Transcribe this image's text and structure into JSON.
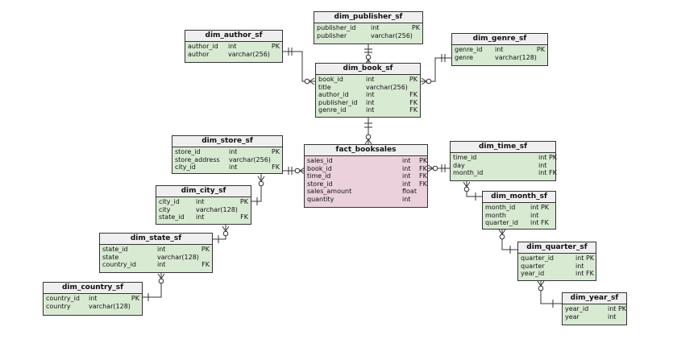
{
  "tables": {
    "dim_publisher_sf": {
      "title": "dim_publisher_sf",
      "columns": [
        {
          "name": "publisher_id",
          "type": "int",
          "key": "PK"
        },
        {
          "name": "publisher",
          "type": "varchar(256)",
          "key": ""
        }
      ]
    },
    "dim_author_sf": {
      "title": "dim_author_sf",
      "columns": [
        {
          "name": "author_id",
          "type": "int",
          "key": "PK"
        },
        {
          "name": "author",
          "type": "varchar(256)",
          "key": ""
        }
      ]
    },
    "dim_genre_sf": {
      "title": "dim_genre_sf",
      "columns": [
        {
          "name": "genre_id",
          "type": "int",
          "key": "PK"
        },
        {
          "name": "genre",
          "type": "varchar(128)",
          "key": ""
        }
      ]
    },
    "dim_book_sf": {
      "title": "dim_book_sf",
      "columns": [
        {
          "name": "book_id",
          "type": "int",
          "key": "PK"
        },
        {
          "name": "title",
          "type": "varchar(256)",
          "key": ""
        },
        {
          "name": "author_id",
          "type": "int",
          "key": "FK"
        },
        {
          "name": "publisher_id",
          "type": "int",
          "key": "FK"
        },
        {
          "name": "genre_id",
          "type": "int",
          "key": "FK"
        }
      ]
    },
    "dim_store_sf": {
      "title": "dim_store_sf",
      "columns": [
        {
          "name": "store_id",
          "type": "int",
          "key": "PK"
        },
        {
          "name": "store_address",
          "type": "varchar(256)",
          "key": ""
        },
        {
          "name": "city_id",
          "type": "int",
          "key": "FK"
        }
      ]
    },
    "fact_booksales": {
      "title": "fact_booksales",
      "columns": [
        {
          "name": "sales_id",
          "type": "int",
          "key": "PK"
        },
        {
          "name": "book_id",
          "type": "int",
          "key": "FK"
        },
        {
          "name": "time_id",
          "type": "int",
          "key": "FK"
        },
        {
          "name": "store_id",
          "type": "int",
          "key": "FK"
        },
        {
          "name": "sales_amount",
          "type": "float",
          "key": ""
        },
        {
          "name": "quantity",
          "type": "int",
          "key": ""
        }
      ]
    },
    "dim_time_sf": {
      "title": "dim_time_sf",
      "columns": [
        {
          "name": "time_id",
          "type": "int PK",
          "key": ""
        },
        {
          "name": "day",
          "type": "int",
          "key": ""
        },
        {
          "name": "month_id",
          "type": "int FK",
          "key": ""
        }
      ]
    },
    "dim_city_sf": {
      "title": "dim_city_sf",
      "columns": [
        {
          "name": "city_id",
          "type": "int",
          "key": "PK"
        },
        {
          "name": "city",
          "type": "varchar(128)",
          "key": ""
        },
        {
          "name": "state_id",
          "type": "int",
          "key": "FK"
        }
      ]
    },
    "dim_month_sf": {
      "title": "dim_month_sf",
      "columns": [
        {
          "name": "month_id",
          "type": "int PK",
          "key": ""
        },
        {
          "name": "month",
          "type": "int",
          "key": ""
        },
        {
          "name": "quarter_id",
          "type": "int FK",
          "key": ""
        }
      ]
    },
    "dim_state_sf": {
      "title": "dim_state_sf",
      "columns": [
        {
          "name": "state_id",
          "type": "int",
          "key": "PK"
        },
        {
          "name": "state",
          "type": "varchar(128)",
          "key": ""
        },
        {
          "name": "country_id",
          "type": "int",
          "key": "FK"
        }
      ]
    },
    "dim_quarter_sf": {
      "title": "dim_quarter_sf",
      "columns": [
        {
          "name": "quarter_id",
          "type": "int PK",
          "key": ""
        },
        {
          "name": "quarter",
          "type": "int",
          "key": ""
        },
        {
          "name": "year_id",
          "type": "int FK",
          "key": ""
        }
      ]
    },
    "dim_country_sf": {
      "title": "dim_country_sf",
      "columns": [
        {
          "name": "country_id",
          "type": "int",
          "key": "PK"
        },
        {
          "name": "country",
          "type": "varchar(128)",
          "key": ""
        }
      ]
    },
    "dim_year_sf": {
      "title": "dim_year_sf",
      "columns": [
        {
          "name": "year_id",
          "type": "int PK",
          "key": ""
        },
        {
          "name": "year",
          "type": "int",
          "key": ""
        }
      ]
    }
  },
  "relationships": [
    {
      "from": "dim_publisher_sf",
      "to": "dim_book_sf",
      "cardinality": "one-to-many"
    },
    {
      "from": "dim_author_sf",
      "to": "dim_book_sf",
      "cardinality": "one-to-many"
    },
    {
      "from": "dim_genre_sf",
      "to": "dim_book_sf",
      "cardinality": "one-to-many"
    },
    {
      "from": "dim_book_sf",
      "to": "fact_booksales",
      "cardinality": "one-to-many"
    },
    {
      "from": "dim_store_sf",
      "to": "fact_booksales",
      "cardinality": "one-to-many"
    },
    {
      "from": "dim_time_sf",
      "to": "fact_booksales",
      "cardinality": "one-to-many"
    },
    {
      "from": "dim_city_sf",
      "to": "dim_store_sf",
      "cardinality": "one-to-many"
    },
    {
      "from": "dim_state_sf",
      "to": "dim_city_sf",
      "cardinality": "one-to-many"
    },
    {
      "from": "dim_country_sf",
      "to": "dim_state_sf",
      "cardinality": "one-to-many"
    },
    {
      "from": "dim_month_sf",
      "to": "dim_time_sf",
      "cardinality": "one-to-many"
    },
    {
      "from": "dim_quarter_sf",
      "to": "dim_month_sf",
      "cardinality": "one-to-many"
    },
    {
      "from": "dim_year_sf",
      "to": "dim_quarter_sf",
      "cardinality": "one-to-many"
    }
  ],
  "colors": {
    "dimension_fill": "#d9ead3",
    "fact_fill": "#ead1dc",
    "header_fill": "#efefef",
    "line": "#333333"
  }
}
